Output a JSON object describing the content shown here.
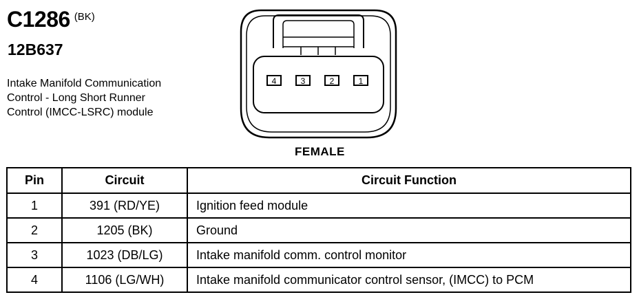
{
  "header": {
    "connector_id": "C1286",
    "color_code": "(BK)",
    "part_number": "12B637",
    "description_lines": [
      "Intake Manifold Communication",
      "Control - Long Short Runner",
      "Control (IMCC-LSRC) module"
    ]
  },
  "connector": {
    "pin_labels": [
      "4",
      "3",
      "2",
      "1"
    ],
    "gender": "FEMALE"
  },
  "table": {
    "headers": {
      "pin": "Pin",
      "circuit": "Circuit",
      "function": "Circuit Function"
    },
    "rows": [
      {
        "pin": "1",
        "circuit": "391 (RD/YE)",
        "function": "Ignition feed module"
      },
      {
        "pin": "2",
        "circuit": "1205 (BK)",
        "function": "Ground"
      },
      {
        "pin": "3",
        "circuit": "1023 (DB/LG)",
        "function": "Intake manifold comm. control monitor"
      },
      {
        "pin": "4",
        "circuit": "1106 (LG/WH)",
        "function": "Intake manifold communicator control sensor, (IMCC) to PCM"
      }
    ]
  }
}
